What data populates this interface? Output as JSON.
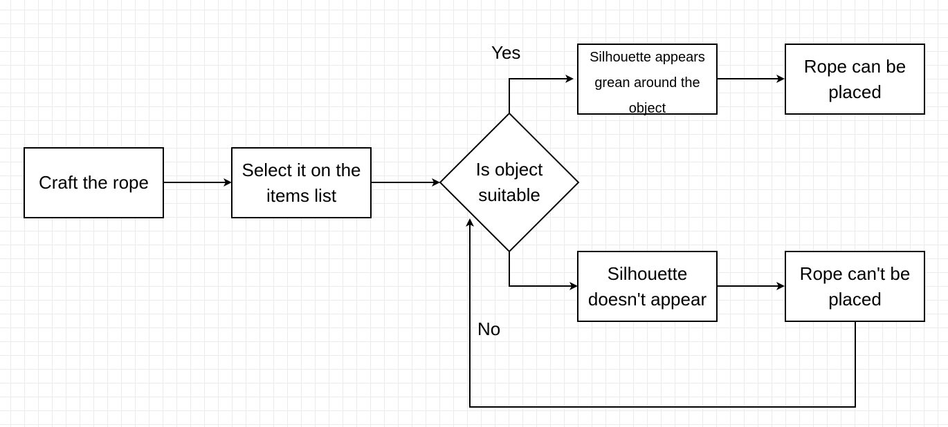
{
  "nodes": {
    "craft": "Craft the rope",
    "select": "Select it on the items list",
    "decision": "Is object suitable",
    "silhouette_yes": "Silhouette appears\ngrean around the\nobject",
    "rope_yes": "Rope can be placed",
    "silhouette_no": "Silhouette doesn't appear",
    "rope_no": "Rope can't be placed"
  },
  "edges": {
    "yes": "Yes",
    "no": "No"
  },
  "colors": {
    "line": "#000000",
    "grid": "#ebebeb",
    "fill": "#ffffff"
  }
}
